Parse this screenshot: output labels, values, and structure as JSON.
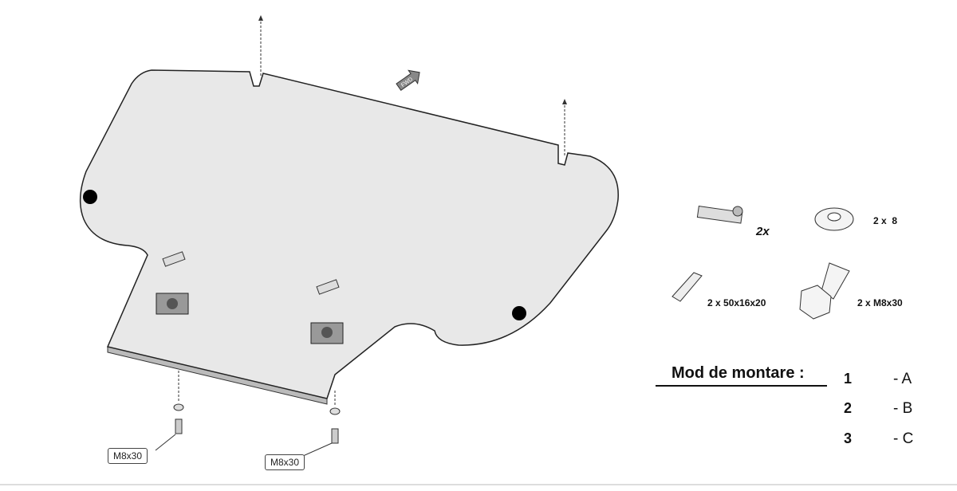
{
  "diagram": {
    "fwd_label": "FWD",
    "bolt_labels": [
      "M8x30",
      "M8x30"
    ],
    "parts": [
      {
        "qty": "2x",
        "name": "clip-nut"
      },
      {
        "qty": "2 x  8",
        "name": "washer"
      },
      {
        "qty": "2 x 50x16x20",
        "name": "plate-bar"
      },
      {
        "qty": "2 x M8x30",
        "name": "bolt"
      }
    ],
    "mounting": {
      "title": "Mod de montare :",
      "rows": [
        {
          "num": "1",
          "code": "- A"
        },
        {
          "num": "2",
          "code": "- B"
        },
        {
          "num": "3",
          "code": "- C"
        }
      ]
    }
  }
}
